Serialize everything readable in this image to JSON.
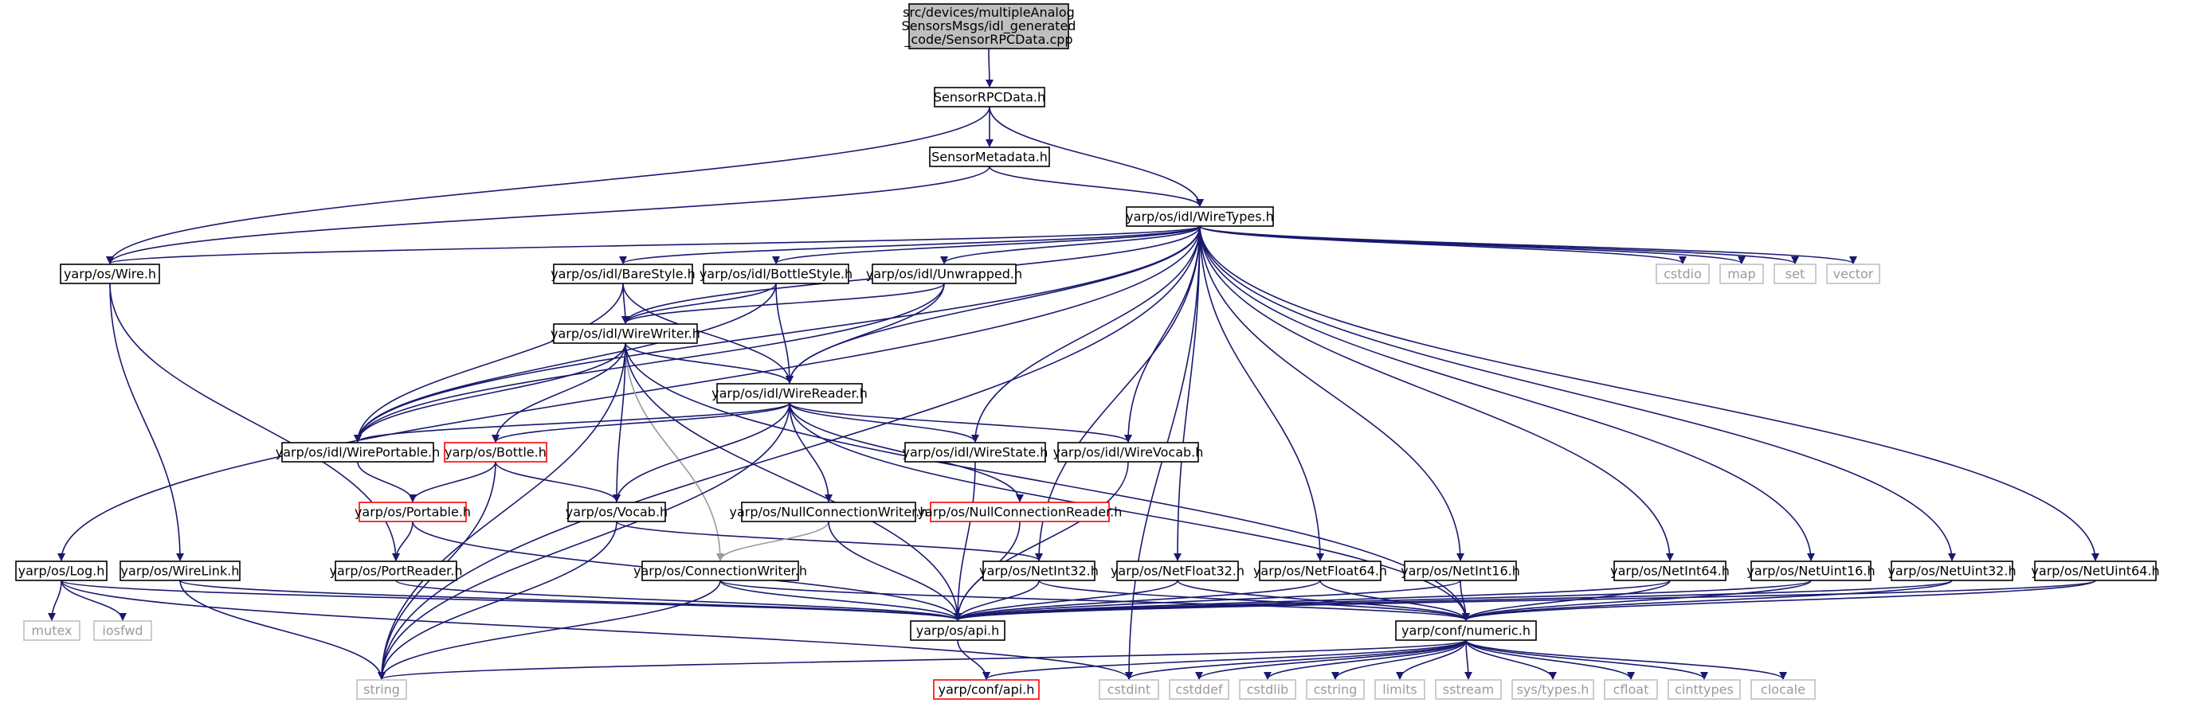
{
  "colors": {
    "edge": "#191970",
    "edge_gray": "#9a9a9a",
    "root_fill": "#bfbfbf",
    "normal_stroke": "#000000",
    "truncated_stroke": "#ff0000",
    "external_stroke": "#bfbfbf"
  },
  "nodes": {
    "root": {
      "lines": [
        "src/devices/multipleAnalog",
        "SensorsMsgs/idl_generated",
        "_code/SensorRPCData.cpp"
      ]
    },
    "sensorrpc": {
      "label": "SensorRPCData.h"
    },
    "sensormeta": {
      "label": "SensorMetadata.h"
    },
    "wiretypes": {
      "label": "yarp/os/idl/WireTypes.h"
    },
    "wire": {
      "label": "yarp/os/Wire.h"
    },
    "barestyle": {
      "label": "yarp/os/idl/BareStyle.h"
    },
    "bottlestyle": {
      "label": "yarp/os/idl/BottleStyle.h"
    },
    "unwrapped": {
      "label": "yarp/os/idl/Unwrapped.h"
    },
    "cstdio": {
      "label": "cstdio"
    },
    "map": {
      "label": "map"
    },
    "set": {
      "label": "set"
    },
    "vector": {
      "label": "vector"
    },
    "wirewriter": {
      "label": "yarp/os/idl/WireWriter.h"
    },
    "wirereader": {
      "label": "yarp/os/idl/WireReader.h"
    },
    "wireportable": {
      "label": "yarp/os/idl/WirePortable.h"
    },
    "bottle": {
      "label": "yarp/os/Bottle.h"
    },
    "wirestate": {
      "label": "yarp/os/idl/WireState.h"
    },
    "wirevocab": {
      "label": "yarp/os/idl/WireVocab.h"
    },
    "portable": {
      "label": "yarp/os/Portable.h"
    },
    "vocab": {
      "label": "yarp/os/Vocab.h"
    },
    "nullconnwriter": {
      "label": "yarp/os/NullConnectionWriter.h"
    },
    "nullconnreader": {
      "label": "yarp/os/NullConnectionReader.h"
    },
    "log": {
      "label": "yarp/os/Log.h"
    },
    "wirelink": {
      "label": "yarp/os/WireLink.h"
    },
    "portreader": {
      "label": "yarp/os/PortReader.h"
    },
    "connwriter": {
      "label": "yarp/os/ConnectionWriter.h"
    },
    "netint32": {
      "label": "yarp/os/NetInt32.h"
    },
    "netfloat32": {
      "label": "yarp/os/NetFloat32.h"
    },
    "netfloat64": {
      "label": "yarp/os/NetFloat64.h"
    },
    "netint16": {
      "label": "yarp/os/NetInt16.h"
    },
    "netint64": {
      "label": "yarp/os/NetInt64.h"
    },
    "netuint16": {
      "label": "yarp/os/NetUint16.h"
    },
    "netuint32": {
      "label": "yarp/os/NetUint32.h"
    },
    "netuint64": {
      "label": "yarp/os/NetUint64.h"
    },
    "mutex": {
      "label": "mutex"
    },
    "iosfwd": {
      "label": "iosfwd"
    },
    "api": {
      "label": "yarp/os/api.h"
    },
    "numeric": {
      "label": "yarp/conf/numeric.h"
    },
    "string": {
      "label": "string"
    },
    "confapi": {
      "label": "yarp/conf/api.h"
    },
    "cstdint": {
      "label": "cstdint"
    },
    "cstddef": {
      "label": "cstddef"
    },
    "cstdlib": {
      "label": "cstdlib"
    },
    "cstring": {
      "label": "cstring"
    },
    "limits": {
      "label": "limits"
    },
    "sstream": {
      "label": "sstream"
    },
    "systypes": {
      "label": "sys/types.h"
    },
    "cfloat": {
      "label": "cfloat"
    },
    "cinttypes": {
      "label": "cinttypes"
    },
    "clocale": {
      "label": "clocale"
    }
  }
}
